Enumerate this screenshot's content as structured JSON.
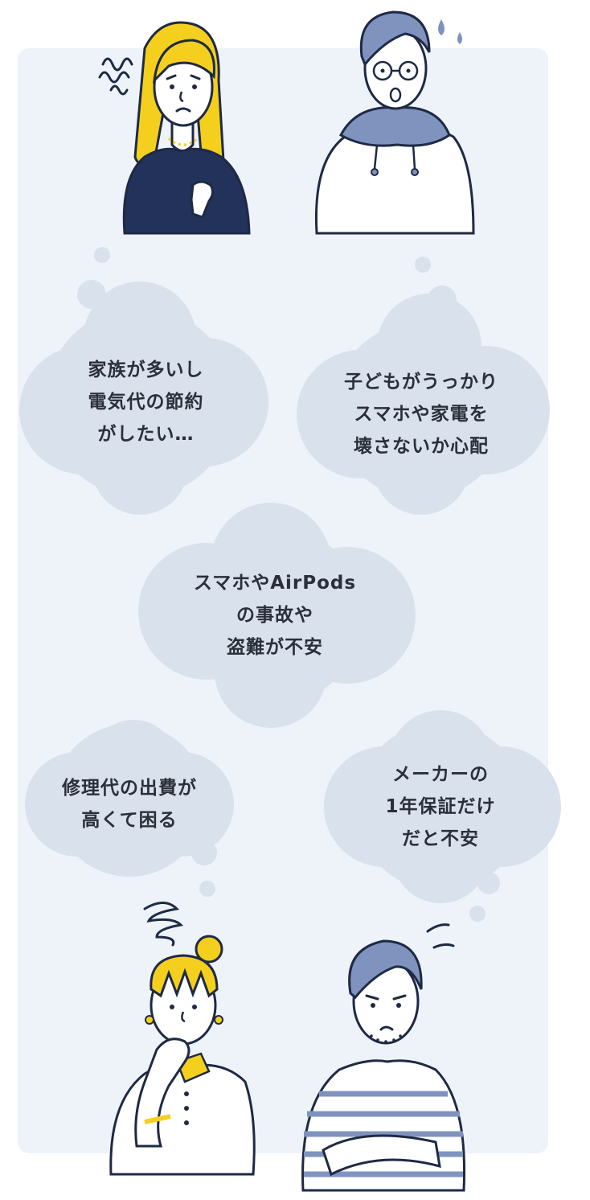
{
  "colors": {
    "panel": "#eef3fa",
    "bubble": "#d9e1ec",
    "line": "#1e2a44",
    "yellow": "#f5cf1e",
    "navy": "#22325a",
    "blue": "#7f93be"
  },
  "bubbles": [
    {
      "lines": [
        "家族が多いし",
        "電気代の節約",
        "がしたい…"
      ]
    },
    {
      "lines": [
        "子どもがうっかり",
        "スマホや家電を",
        "壊さないか心配"
      ]
    },
    {
      "lines": [
        "スマホやAirPods",
        "の事故や",
        "盗難が不安"
      ]
    },
    {
      "lines": [
        "修理代の出費が",
        "高くて困る"
      ]
    },
    {
      "lines": [
        "メーカーの",
        "1年保証だけ",
        "だと不安"
      ]
    }
  ]
}
